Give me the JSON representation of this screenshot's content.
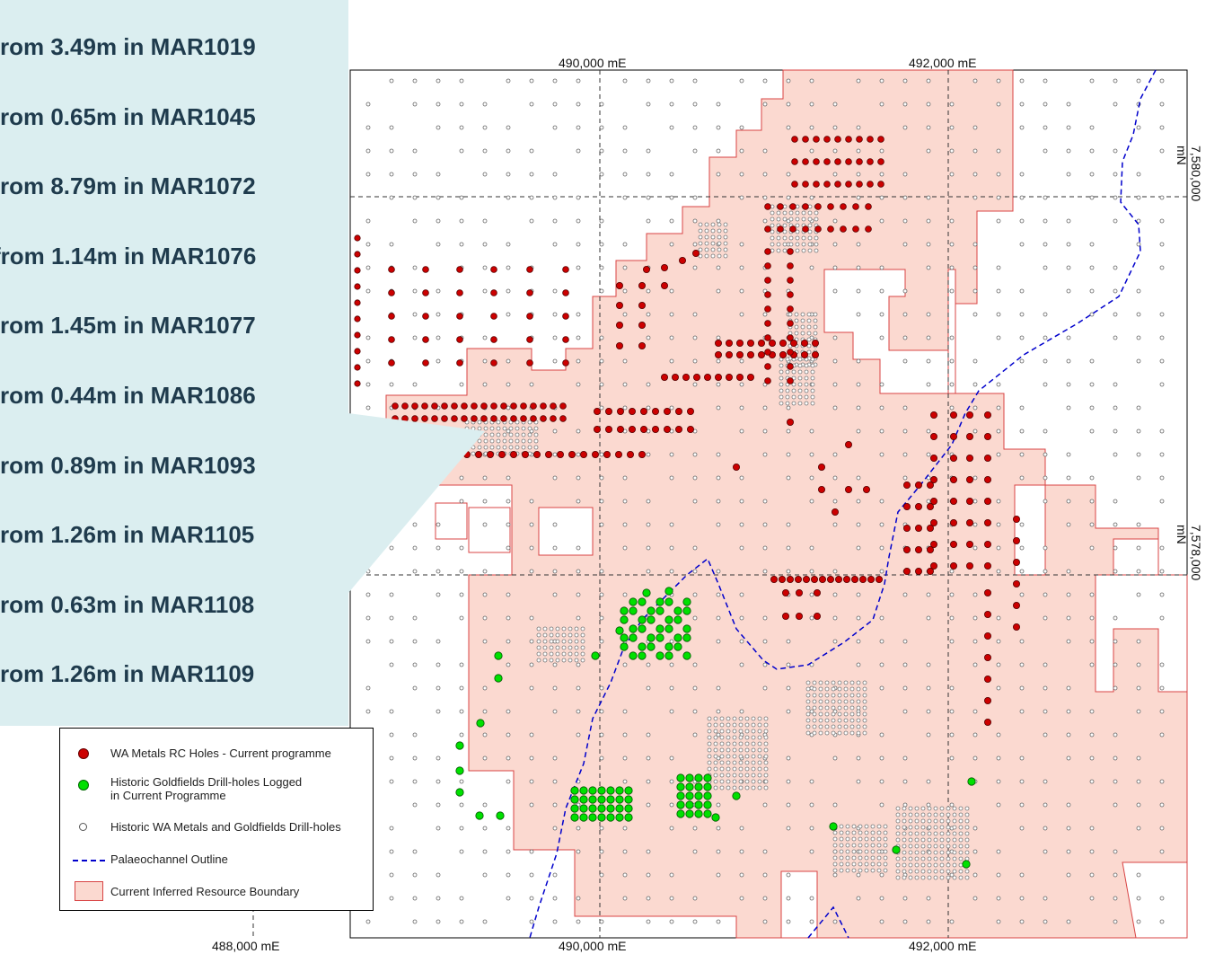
{
  "callout": {
    "items": [
      "rom 3.49m in MAR1019",
      "rom 0.65m in MAR1045",
      "rom 8.79m in MAR1072",
      "from 1.14m in MAR1076",
      "rom 1.45m in MAR1077",
      "rom 0.44m in MAR1086",
      "rom 0.89m in MAR1093",
      "rom 1.26m in MAR1105",
      "rom 0.63m in MAR1108",
      "rom 1.26m in MAR1109"
    ]
  },
  "grid_labels": {
    "top_490": "490,000 mE",
    "top_492": "492,000 mE",
    "bottom_488": "488,000 mE",
    "bottom_490": "490,000 mE",
    "bottom_492": "492,000 mE",
    "right_7580": "7,580,000 mN",
    "right_7578": "7,578,000 mN"
  },
  "legend": {
    "rc_holes": "WA Metals RC Holes - Current programme",
    "goldfields_logged_line1": "Historic  Goldfields Drill-holes Logged",
    "goldfields_logged_line2": "in Current Programme",
    "historic_holes": "Historic WA Metals and Goldfields Drill-holes",
    "palaeochannel": "Palaeochannel Outline",
    "resource_boundary": "Current Inferred Resource Boundary"
  },
  "colors": {
    "resource_fill": "#fbd9d0",
    "resource_edge": "#d84444",
    "rc_hole": "#cc0000",
    "goldfields_hole": "#00e000",
    "palaeochannel": "#0000cc",
    "callout_bg": "#dbeef0"
  }
}
